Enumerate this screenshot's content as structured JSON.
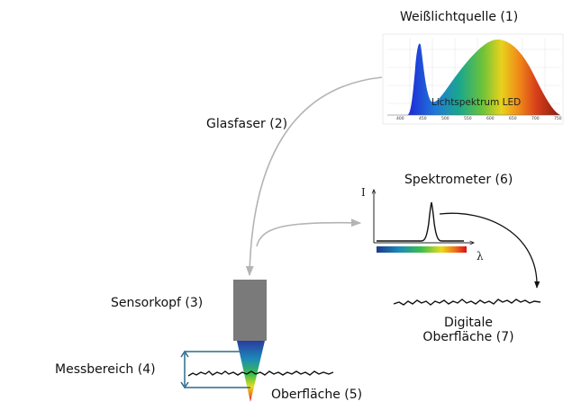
{
  "labels": {
    "light_source": "Weißlichtquelle (1)",
    "fiber": "Glasfaser (2)",
    "sensor_head": "Sensorkopf (3)",
    "measuring_range": "Messbereich (4)",
    "surface": "Oberfläche (5)",
    "spectrometer": "Spektrometer (6)",
    "digital_surface_line1": "Digitale",
    "digital_surface_line2": "Oberfläche (7)"
  },
  "spectrum": {
    "caption": "Lichtspektrum LED",
    "ticks": [
      "400",
      "450",
      "500",
      "550",
      "600",
      "650",
      "700",
      "750"
    ]
  },
  "spectrometer_axes": {
    "y_symbol": "I",
    "x_symbol": "λ"
  },
  "colors": {
    "fiber": "#b4b4b4",
    "sensor_body": "#7a7a7a",
    "bracket": "#2a6a8c",
    "ink": "#111111"
  }
}
